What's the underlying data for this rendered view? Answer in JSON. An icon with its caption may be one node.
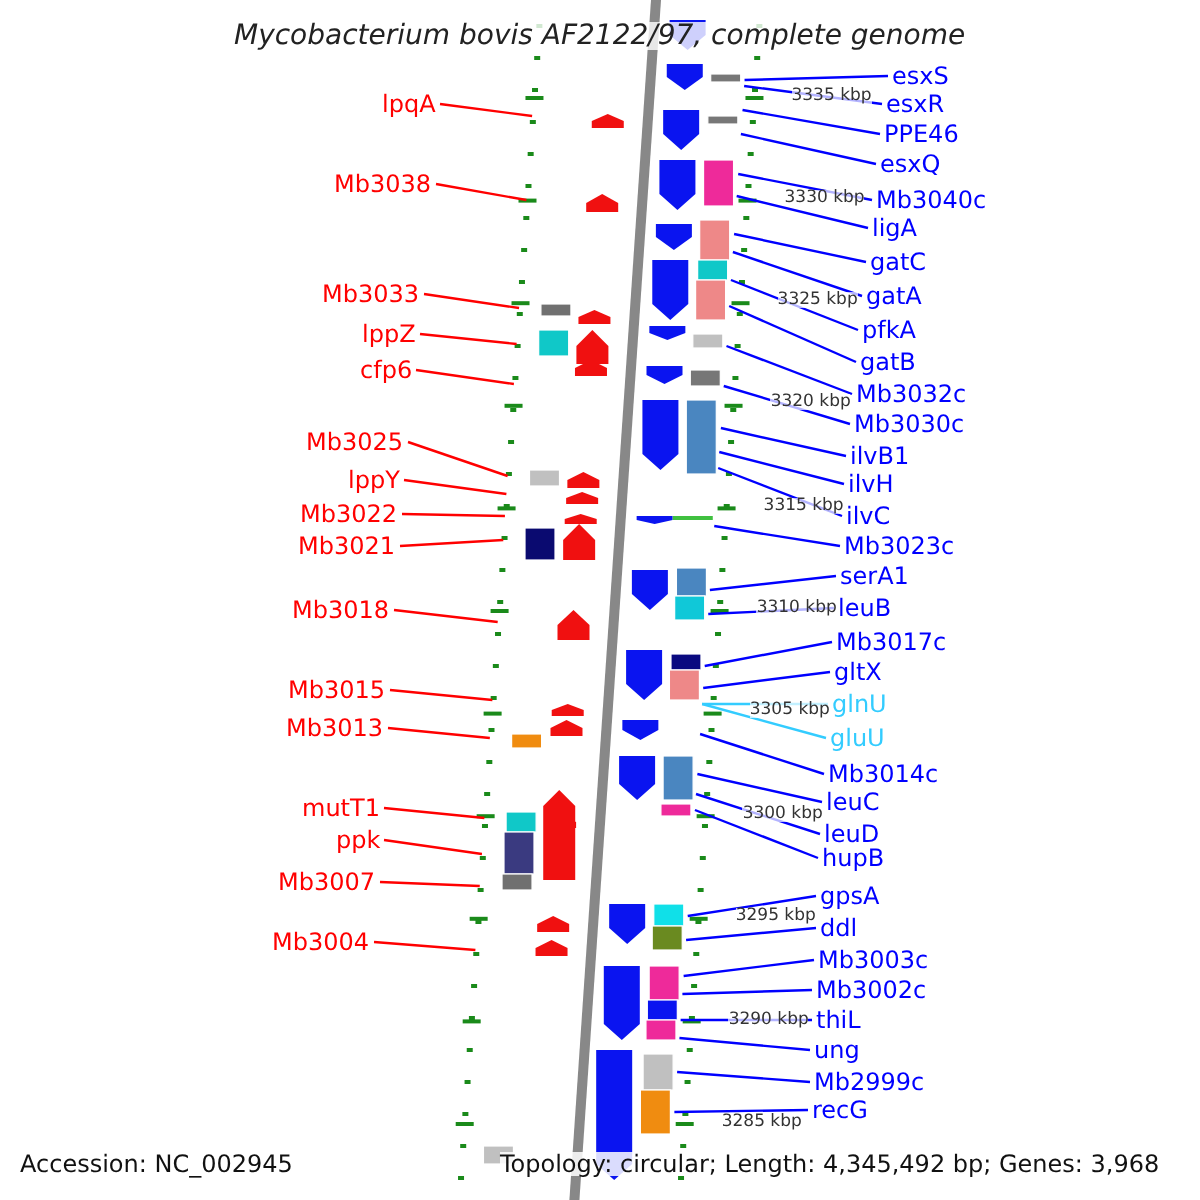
{
  "diagram": {
    "title": "Mycobacterium bovis AF2122/97, complete genome",
    "nodes": [
      {
        "text": [
          "lpqA"
        ]
      },
      {
        "text": [
          "Mb3038"
        ]
      },
      {
        "text": [
          "Mb3033"
        ]
      },
      {
        "text": [
          "lppZ"
        ]
      },
      {
        "text": [
          "cfp6"
        ]
      },
      {
        "text": [
          "Mb3025"
        ]
      },
      {
        "text": [
          "lppY"
        ]
      },
      {
        "text": [
          "Mb3022"
        ]
      },
      {
        "text": [
          "Mb3021"
        ]
      },
      {
        "text": [
          "Mb3018"
        ]
      },
      {
        "text": [
          "Mb3015"
        ]
      },
      {
        "text": [
          "Mb3013"
        ]
      },
      {
        "text": [
          "mutT1"
        ]
      },
      {
        "text": [
          "ppk"
        ]
      },
      {
        "text": [
          "Mb3007"
        ]
      },
      {
        "text": [
          "Mb3004"
        ]
      },
      {
        "text": [
          "esxS"
        ]
      },
      {
        "text": [
          "esxR"
        ]
      },
      {
        "text": [
          "PPE46"
        ]
      },
      {
        "text": [
          "esxQ"
        ]
      },
      {
        "text": [
          "Mb3040c"
        ]
      },
      {
        "text": [
          "ligA"
        ]
      },
      {
        "text": [
          "gatC"
        ]
      },
      {
        "text": [
          "gatA"
        ]
      },
      {
        "text": [
          "pfkA"
        ]
      },
      {
        "text": [
          "gatB"
        ]
      },
      {
        "text": [
          "Mb3032c"
        ]
      },
      {
        "text": [
          "Mb3030c"
        ]
      },
      {
        "text": [
          "ilvB1"
        ]
      },
      {
        "text": [
          "ilvH"
        ]
      },
      {
        "text": [
          "ilvC"
        ]
      },
      {
        "text": [
          "Mb3023c"
        ]
      },
      {
        "text": [
          "serA1"
        ]
      },
      {
        "text": [
          "leuB"
        ]
      },
      {
        "text": [
          "Mb3017c"
        ]
      },
      {
        "text": [
          "gltX"
        ]
      },
      {
        "text": [
          "glnU"
        ]
      },
      {
        "text": [
          "gluU"
        ]
      },
      {
        "text": [
          "Mb3014c"
        ]
      },
      {
        "text": [
          "leuC"
        ]
      },
      {
        "text": [
          "leuD"
        ]
      },
      {
        "text": [
          "hupB"
        ]
      },
      {
        "text": [
          "gpsA"
        ]
      },
      {
        "text": [
          "ddl"
        ]
      },
      {
        "text": [
          "Mb3003c"
        ]
      },
      {
        "text": [
          "Mb3002c"
        ]
      },
      {
        "text": [
          "thiL"
        ]
      },
      {
        "text": [
          "ung"
        ]
      },
      {
        "text": [
          "Mb2999c"
        ]
      },
      {
        "text": [
          "recG"
        ]
      }
    ],
    "edges": [
      {
        "from": 0,
        "to": null,
        "arrow": "none",
        "color": "#ff0000"
      },
      {
        "from": 1,
        "to": null,
        "arrow": "none",
        "color": "#ff0000"
      },
      {
        "from": 2,
        "to": null,
        "arrow": "none",
        "color": "#ff0000"
      },
      {
        "from": 3,
        "to": null,
        "arrow": "none",
        "color": "#ff0000"
      },
      {
        "from": 4,
        "to": null,
        "arrow": "none",
        "color": "#ff0000"
      },
      {
        "from": 5,
        "to": null,
        "arrow": "none",
        "color": "#ff0000"
      },
      {
        "from": 6,
        "to": null,
        "arrow": "none",
        "color": "#ff0000"
      },
      {
        "from": 7,
        "to": null,
        "arrow": "none",
        "color": "#ff0000"
      },
      {
        "from": 8,
        "to": null,
        "arrow": "none",
        "color": "#ff0000"
      },
      {
        "from": 9,
        "to": null,
        "arrow": "none",
        "color": "#ff0000"
      },
      {
        "from": 10,
        "to": null,
        "arrow": "none",
        "color": "#ff0000"
      },
      {
        "from": 11,
        "to": null,
        "arrow": "none",
        "color": "#ff0000"
      },
      {
        "from": 12,
        "to": null,
        "arrow": "none",
        "color": "#ff0000"
      },
      {
        "from": 13,
        "to": null,
        "arrow": "none",
        "color": "#ff0000"
      },
      {
        "from": 14,
        "to": null,
        "arrow": "none",
        "color": "#ff0000"
      },
      {
        "from": 15,
        "to": null,
        "arrow": "none",
        "color": "#ff0000"
      },
      {
        "from": 16,
        "to": null,
        "arrow": "none"
      },
      {
        "from": 17,
        "to": null,
        "arrow": "none"
      },
      {
        "from": 18,
        "to": null,
        "arrow": "none"
      },
      {
        "from": 19,
        "to": null,
        "arrow": "none"
      },
      {
        "from": 20,
        "to": null,
        "arrow": "none"
      },
      {
        "from": 21,
        "to": null,
        "arrow": "none"
      },
      {
        "from": 22,
        "to": null,
        "arrow": "none"
      },
      {
        "from": 23,
        "to": null,
        "arrow": "none"
      },
      {
        "from": 24,
        "to": null,
        "arrow": "none"
      },
      {
        "from": 25,
        "to": null,
        "arrow": "none"
      },
      {
        "from": 26,
        "to": null,
        "arrow": "none"
      },
      {
        "from": 27,
        "to": null,
        "arrow": "none"
      },
      {
        "from": 28,
        "to": null,
        "arrow": "none"
      },
      {
        "from": 29,
        "to": null,
        "arrow": "none"
      },
      {
        "from": 30,
        "to": null,
        "arrow": "none"
      },
      {
        "from": 31,
        "to": null,
        "arrow": "none"
      },
      {
        "from": 32,
        "to": null,
        "arrow": "none"
      },
      {
        "from": 33,
        "to": null,
        "arrow": "none"
      },
      {
        "from": 34,
        "to": null,
        "arrow": "none"
      },
      {
        "from": 35,
        "to": null,
        "arrow": "none"
      },
      {
        "from": 36,
        "to": null,
        "arrow": "none",
        "color": "#33ccff"
      },
      {
        "from": 37,
        "to": null,
        "arrow": "none",
        "color": "#33ccff"
      },
      {
        "from": 38,
        "to": null,
        "arrow": "none"
      },
      {
        "from": 39,
        "to": null,
        "arrow": "none"
      },
      {
        "from": 40,
        "to": null,
        "arrow": "none"
      },
      {
        "from": 41,
        "to": null,
        "arrow": "none"
      },
      {
        "from": 42,
        "to": null,
        "arrow": "none"
      },
      {
        "from": 43,
        "to": null,
        "arrow": "none"
      },
      {
        "from": 44,
        "to": null,
        "arrow": "none"
      },
      {
        "from": 45,
        "to": null,
        "arrow": "none"
      },
      {
        "from": 46,
        "to": null,
        "arrow": "none"
      },
      {
        "from": 47,
        "to": null,
        "arrow": "none"
      },
      {
        "from": 48,
        "to": null,
        "arrow": "none"
      },
      {
        "from": 49,
        "to": null,
        "arrow": "none"
      }
    ],
    "labels": [
      "3335 kbp",
      "3330 kbp",
      "3325 kbp",
      "3320 kbp",
      "3315 kbp",
      "3310 kbp",
      "3305 kbp",
      "3300 kbp",
      "3295 kbp",
      "3290 kbp",
      "3285 kbp",
      "Accession: NC_002945",
      "Topology: circular; Length: 4,345,492 bp; Genes: 3,968"
    ]
  }
}
